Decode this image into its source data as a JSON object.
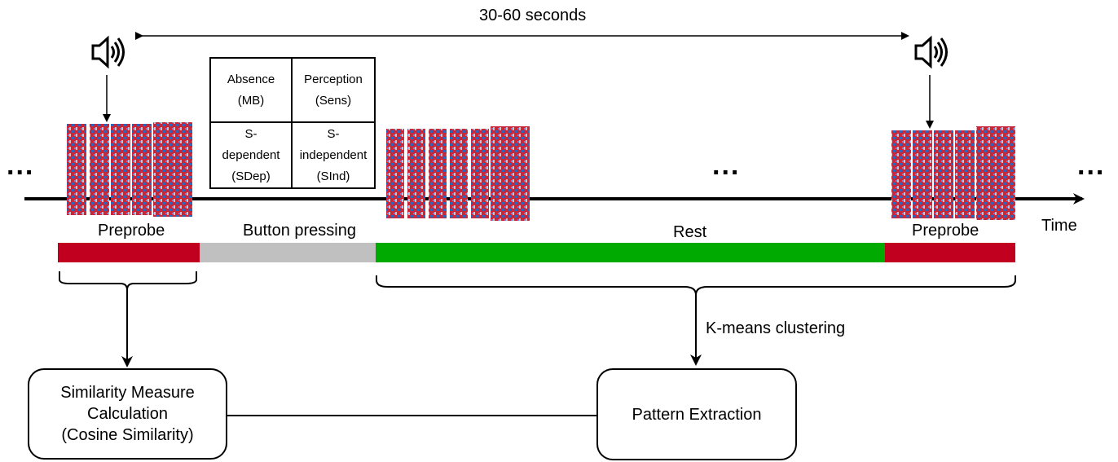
{
  "duration_label": "30-60 seconds",
  "time_label": "Time",
  "ellipsis": "...",
  "phases": {
    "preprobe_left": "Preprobe",
    "button_pressing": "Button pressing",
    "rest": "Rest",
    "preprobe_right": "Preprobe"
  },
  "colors": {
    "preprobe": "#c0001e",
    "button": "#c0c0c0",
    "rest": "#00aa00"
  },
  "response_grid": {
    "absence": [
      "Absence",
      "(MB)"
    ],
    "perception": [
      "Perception",
      "(Sens)"
    ],
    "s_dependent": [
      "S-",
      "dependent",
      "(SDep)"
    ],
    "s_independent": [
      "S-",
      "independent",
      "(SInd)"
    ]
  },
  "clustering_label": "K-means clustering",
  "boxes": {
    "similarity": [
      "Similarity Measure",
      "Calculation",
      "(Cosine Similarity)"
    ],
    "pattern": "Pattern Extraction"
  },
  "icons": [
    "speaker-icon",
    "connectivity-matrix-icon"
  ]
}
